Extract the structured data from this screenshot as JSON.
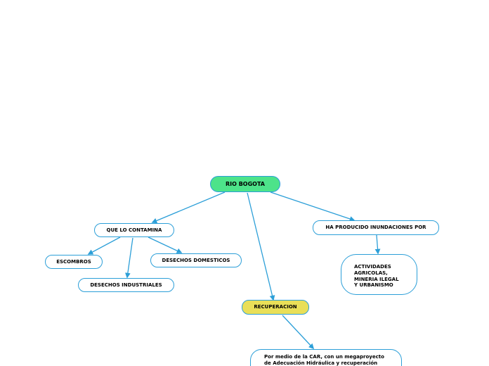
{
  "nodes": {
    "root": "RIO BOGOTA",
    "contamina": "QUE LO CONTAMINA",
    "escombros": "ESCOMBROS",
    "domesticos": "DESECHOS DOMESTICOS",
    "industriales": "DESECHOS INDUSTRIALES",
    "inundaciones": "HA PRODUCIDO INUNDACIONES POR",
    "actividades": "ACTIVIDADES AGRICOLAS, MINERIA ILEGAL Y URBANISMO",
    "recuperacion": "RECUPERACION",
    "car_note": "Por medio de la CAR, con un megaproyecto de Adecuación Hidráulica y recuperación"
  },
  "colors": {
    "line": "#2c9fd8",
    "root_fill": "#4de38a",
    "recuperacion_fill": "#e9df58",
    "node_fill": "#ffffff"
  }
}
